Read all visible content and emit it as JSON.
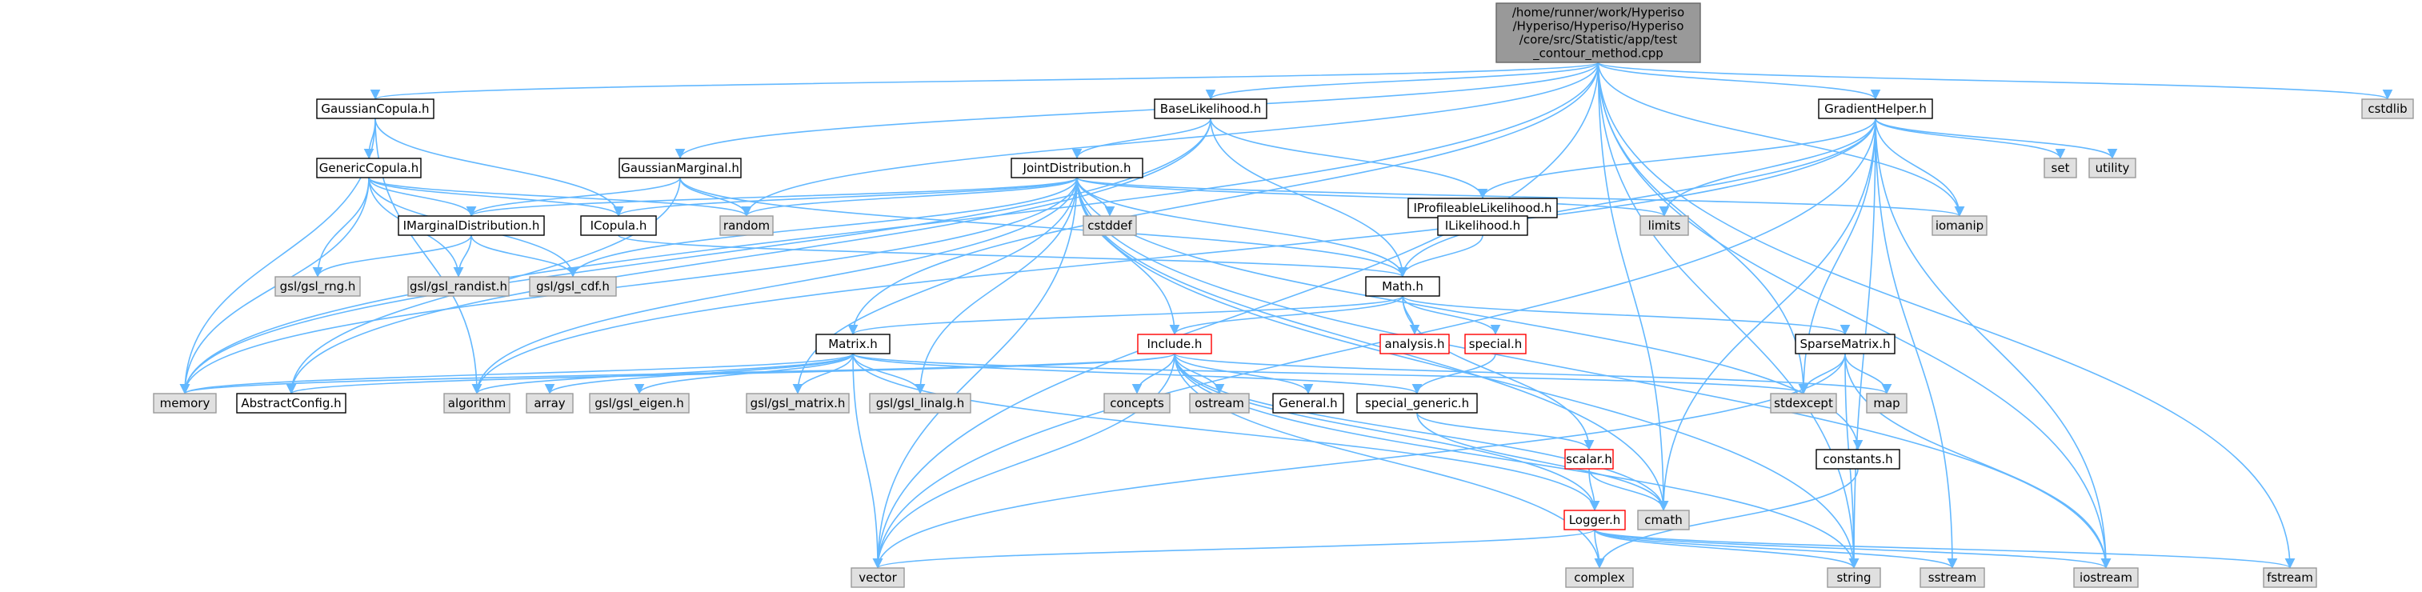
{
  "diagram": {
    "type": "include-dependency-graph",
    "colors": {
      "edge": "#63b8ff",
      "root_fill": "#999999",
      "node_fill": "#ffffff",
      "node_border": "#000000",
      "system_header_fill": "#e0e0e0",
      "system_header_border": "#999999",
      "truncated_border": "#ff0000"
    },
    "nodes": [
      {
        "id": "root",
        "lines": [
          "/home/runner/work/Hyperiso",
          "/Hyperiso/Hyperiso/Hyperiso",
          "/core/src/Statistic/app/test",
          "_contour_method.cpp"
        ],
        "kind": "root"
      },
      {
        "id": "cstdlib",
        "lines": [
          "cstdlib"
        ],
        "kind": "system"
      },
      {
        "id": "GaussianCopula",
        "lines": [
          "GaussianCopula.h"
        ],
        "kind": "local"
      },
      {
        "id": "BaseLikelihood",
        "lines": [
          "BaseLikelihood.h"
        ],
        "kind": "local"
      },
      {
        "id": "GradientHelper",
        "lines": [
          "GradientHelper.h"
        ],
        "kind": "local"
      },
      {
        "id": "GenericCopula",
        "lines": [
          "GenericCopula.h"
        ],
        "kind": "local"
      },
      {
        "id": "GaussianMarginal",
        "lines": [
          "GaussianMarginal.h"
        ],
        "kind": "local"
      },
      {
        "id": "JointDistribution",
        "lines": [
          "JointDistribution.h"
        ],
        "kind": "local"
      },
      {
        "id": "IProfileableLikelihood",
        "lines": [
          "IProfileableLikelihood.h"
        ],
        "kind": "local"
      },
      {
        "id": "set",
        "lines": [
          "set"
        ],
        "kind": "system"
      },
      {
        "id": "utility",
        "lines": [
          "utility"
        ],
        "kind": "system"
      },
      {
        "id": "IMarginalDistribution",
        "lines": [
          "IMarginalDistribution.h"
        ],
        "kind": "local"
      },
      {
        "id": "random",
        "lines": [
          "random"
        ],
        "kind": "system"
      },
      {
        "id": "cstddef",
        "lines": [
          "cstddef"
        ],
        "kind": "system"
      },
      {
        "id": "limits",
        "lines": [
          "limits"
        ],
        "kind": "system"
      },
      {
        "id": "iomanip",
        "lines": [
          "iomanip"
        ],
        "kind": "system"
      },
      {
        "id": "ICopula",
        "lines": [
          "ICopula.h"
        ],
        "kind": "local"
      },
      {
        "id": "ILikelihood",
        "lines": [
          "ILikelihood.h"
        ],
        "kind": "local"
      },
      {
        "id": "gsl_rng",
        "lines": [
          "gsl/gsl_rng.h"
        ],
        "kind": "system"
      },
      {
        "id": "gsl_randist",
        "lines": [
          "gsl/gsl_randist.h"
        ],
        "kind": "system"
      },
      {
        "id": "gsl_cdf",
        "lines": [
          "gsl/gsl_cdf.h"
        ],
        "kind": "system"
      },
      {
        "id": "Math",
        "lines": [
          "Math.h"
        ],
        "kind": "local"
      },
      {
        "id": "analysis",
        "lines": [
          "analysis.h"
        ],
        "kind": "truncated"
      },
      {
        "id": "special",
        "lines": [
          "special.h"
        ],
        "kind": "truncated"
      },
      {
        "id": "Matrix",
        "lines": [
          "Matrix.h"
        ],
        "kind": "local"
      },
      {
        "id": "Include",
        "lines": [
          "Include.h"
        ],
        "kind": "truncated"
      },
      {
        "id": "SparseMatrix",
        "lines": [
          "SparseMatrix.h"
        ],
        "kind": "local"
      },
      {
        "id": "memory",
        "lines": [
          "memory"
        ],
        "kind": "system"
      },
      {
        "id": "AbstractConfig",
        "lines": [
          "AbstractConfig.h"
        ],
        "kind": "local"
      },
      {
        "id": "algorithm",
        "lines": [
          "algorithm"
        ],
        "kind": "system"
      },
      {
        "id": "array",
        "lines": [
          "array"
        ],
        "kind": "system"
      },
      {
        "id": "gsl_eigen",
        "lines": [
          "gsl/gsl_eigen.h"
        ],
        "kind": "system"
      },
      {
        "id": "gsl_matrix",
        "lines": [
          "gsl/gsl_matrix.h"
        ],
        "kind": "system"
      },
      {
        "id": "gsl_linalg",
        "lines": [
          "gsl/gsl_linalg.h"
        ],
        "kind": "system"
      },
      {
        "id": "concepts",
        "lines": [
          "concepts"
        ],
        "kind": "system"
      },
      {
        "id": "ostream",
        "lines": [
          "ostream"
        ],
        "kind": "system"
      },
      {
        "id": "General",
        "lines": [
          "General.h"
        ],
        "kind": "local"
      },
      {
        "id": "special_generic",
        "lines": [
          "special_generic.h"
        ],
        "kind": "local"
      },
      {
        "id": "stdexcept",
        "lines": [
          "stdexcept"
        ],
        "kind": "system"
      },
      {
        "id": "map",
        "lines": [
          "map"
        ],
        "kind": "system"
      },
      {
        "id": "constants",
        "lines": [
          "constants.h"
        ],
        "kind": "local"
      },
      {
        "id": "scalar",
        "lines": [
          "scalar.h"
        ],
        "kind": "truncated"
      },
      {
        "id": "cmath",
        "lines": [
          "cmath"
        ],
        "kind": "system"
      },
      {
        "id": "Logger",
        "lines": [
          "Logger.h"
        ],
        "kind": "truncated"
      },
      {
        "id": "vector",
        "lines": [
          "vector"
        ],
        "kind": "system"
      },
      {
        "id": "complex",
        "lines": [
          "complex"
        ],
        "kind": "system"
      },
      {
        "id": "string",
        "lines": [
          "string"
        ],
        "kind": "system"
      },
      {
        "id": "sstream",
        "lines": [
          "sstream"
        ],
        "kind": "system"
      },
      {
        "id": "iostream",
        "lines": [
          "iostream"
        ],
        "kind": "system"
      },
      {
        "id": "fstream",
        "lines": [
          "fstream"
        ],
        "kind": "system"
      }
    ],
    "edges": [
      [
        "root",
        "cstdlib"
      ],
      [
        "root",
        "GaussianCopula"
      ],
      [
        "root",
        "BaseLikelihood"
      ],
      [
        "root",
        "GradientHelper"
      ],
      [
        "root",
        "GaussianMarginal"
      ],
      [
        "root",
        "random"
      ],
      [
        "root",
        "memory"
      ],
      [
        "root",
        "vector"
      ],
      [
        "root",
        "Matrix"
      ],
      [
        "root",
        "cmath"
      ],
      [
        "root",
        "string"
      ],
      [
        "root",
        "iostream"
      ],
      [
        "root",
        "iomanip"
      ],
      [
        "root",
        "fstream"
      ],
      [
        "root",
        "stdexcept"
      ],
      [
        "GaussianCopula",
        "GenericCopula"
      ],
      [
        "GaussianCopula",
        "ICopula"
      ],
      [
        "GaussianCopula",
        "memory"
      ],
      [
        "GaussianCopula",
        "algorithm"
      ],
      [
        "GenericCopula",
        "IMarginalDistribution"
      ],
      [
        "GenericCopula",
        "gsl_rng"
      ],
      [
        "GenericCopula",
        "gsl_randist"
      ],
      [
        "GenericCopula",
        "gsl_cdf"
      ],
      [
        "GenericCopula",
        "random"
      ],
      [
        "GenericCopula",
        "memory"
      ],
      [
        "GenericCopula",
        "ICopula"
      ],
      [
        "BaseLikelihood",
        "JointDistribution"
      ],
      [
        "BaseLikelihood",
        "IProfileableLikelihood"
      ],
      [
        "BaseLikelihood",
        "Math"
      ],
      [
        "BaseLikelihood",
        "AbstractConfig"
      ],
      [
        "BaseLikelihood",
        "memory"
      ],
      [
        "GaussianMarginal",
        "IMarginalDistribution"
      ],
      [
        "GaussianMarginal",
        "random"
      ],
      [
        "GaussianMarginal",
        "Math"
      ],
      [
        "GaussianMarginal",
        "AbstractConfig"
      ],
      [
        "JointDistribution",
        "IMarginalDistribution"
      ],
      [
        "JointDistribution",
        "ICopula"
      ],
      [
        "JointDistribution",
        "random"
      ],
      [
        "JointDistribution",
        "cstddef"
      ],
      [
        "JointDistribution",
        "limits"
      ],
      [
        "JointDistribution",
        "iomanip"
      ],
      [
        "JointDistribution",
        "Math"
      ],
      [
        "JointDistribution",
        "Include"
      ],
      [
        "JointDistribution",
        "gsl_matrix"
      ],
      [
        "JointDistribution",
        "gsl_linalg"
      ],
      [
        "JointDistribution",
        "vector"
      ],
      [
        "JointDistribution",
        "memory"
      ],
      [
        "JointDistribution",
        "algorithm"
      ],
      [
        "JointDistribution",
        "cmath"
      ],
      [
        "JointDistribution",
        "string"
      ],
      [
        "JointDistribution",
        "constants"
      ],
      [
        "JointDistribution",
        "iostream"
      ],
      [
        "JointDistribution",
        "gsl_cdf"
      ],
      [
        "IProfileableLikelihood",
        "ILikelihood"
      ],
      [
        "ILikelihood",
        "Math"
      ],
      [
        "IMarginalDistribution",
        "gsl_rng"
      ],
      [
        "IMarginalDistribution",
        "gsl_randist"
      ],
      [
        "IMarginalDistribution",
        "gsl_cdf"
      ],
      [
        "ICopula",
        "Math"
      ],
      [
        "GradientHelper",
        "set"
      ],
      [
        "GradientHelper",
        "utility"
      ],
      [
        "GradientHelper",
        "IProfileableLikelihood"
      ],
      [
        "GradientHelper",
        "limits"
      ],
      [
        "GradientHelper",
        "iomanip"
      ],
      [
        "GradientHelper",
        "Math"
      ],
      [
        "GradientHelper",
        "stdexcept"
      ],
      [
        "GradientHelper",
        "cmath"
      ],
      [
        "GradientHelper",
        "vector"
      ],
      [
        "GradientHelper",
        "string"
      ],
      [
        "GradientHelper",
        "sstream"
      ],
      [
        "GradientHelper",
        "iostream"
      ],
      [
        "GradientHelper",
        "algorithm"
      ],
      [
        "Math",
        "analysis"
      ],
      [
        "Math",
        "special"
      ],
      [
        "Math",
        "Matrix"
      ],
      [
        "Math",
        "SparseMatrix"
      ],
      [
        "Math",
        "scalar"
      ],
      [
        "Math",
        "Include"
      ],
      [
        "special",
        "special_generic"
      ],
      [
        "special_generic",
        "scalar"
      ],
      [
        "special_generic",
        "cmath"
      ],
      [
        "Matrix",
        "memory"
      ],
      [
        "Matrix",
        "algorithm"
      ],
      [
        "Matrix",
        "array"
      ],
      [
        "Matrix",
        "gsl_eigen"
      ],
      [
        "Matrix",
        "gsl_matrix"
      ],
      [
        "Matrix",
        "gsl_linalg"
      ],
      [
        "Matrix",
        "vector"
      ],
      [
        "Matrix",
        "stdexcept"
      ],
      [
        "Matrix",
        "special_generic"
      ],
      [
        "Matrix",
        "Logger"
      ],
      [
        "Include",
        "memory"
      ],
      [
        "Include",
        "concepts"
      ],
      [
        "Include",
        "ostream"
      ],
      [
        "Include",
        "General"
      ],
      [
        "Include",
        "map"
      ],
      [
        "Include",
        "vector"
      ],
      [
        "Include",
        "complex"
      ],
      [
        "Include",
        "string"
      ],
      [
        "Include",
        "cmath"
      ],
      [
        "Include",
        "AbstractConfig"
      ],
      [
        "Include",
        "Logger"
      ],
      [
        "SparseMatrix",
        "stdexcept"
      ],
      [
        "SparseMatrix",
        "map"
      ],
      [
        "SparseMatrix",
        "vector"
      ],
      [
        "SparseMatrix",
        "iostream"
      ],
      [
        "SparseMatrix",
        "string"
      ],
      [
        "scalar",
        "Logger"
      ],
      [
        "scalar",
        "cmath"
      ],
      [
        "constants",
        "complex"
      ],
      [
        "Logger",
        "vector"
      ],
      [
        "Logger",
        "complex"
      ],
      [
        "Logger",
        "string"
      ],
      [
        "Logger",
        "sstream"
      ],
      [
        "Logger",
        "iostream"
      ],
      [
        "Logger",
        "fstream"
      ]
    ]
  }
}
